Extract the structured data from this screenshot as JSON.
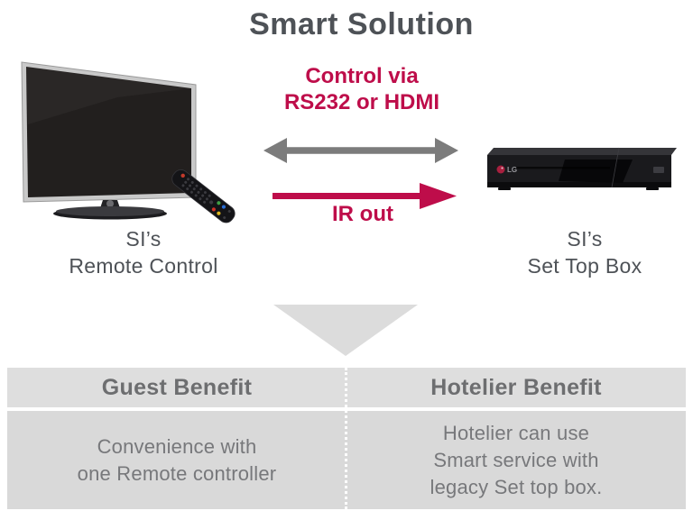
{
  "title": "Smart Solution",
  "diagram": {
    "tv": {
      "caption_line1": "SI’s",
      "caption_line2": "Remote Control"
    },
    "stb": {
      "logo": "LG",
      "caption_line1": "SI’s",
      "caption_line2": "Set Top Box"
    },
    "top_link": {
      "line1": "Control via",
      "line2": "RS232 or HDMI"
    },
    "bottom_link": {
      "label": "IR out"
    }
  },
  "table": {
    "columns": [
      {
        "header": "Guest Benefit",
        "body_lines": [
          "Convenience with",
          "one Remote controller"
        ]
      },
      {
        "header": "Hotelier Benefit",
        "body_lines": [
          "Hotelier can use",
          "Smart service with",
          "legacy Set top box."
        ]
      }
    ]
  },
  "colors": {
    "accent_red": "#BE0D4A",
    "arrow_gray": "#7C7C7C",
    "text_dark": "#4E5257",
    "triangle_gray": "#DCDCDC",
    "table_header_bg": "#DEDEDE",
    "table_body_bg": "#D9D9D9"
  }
}
